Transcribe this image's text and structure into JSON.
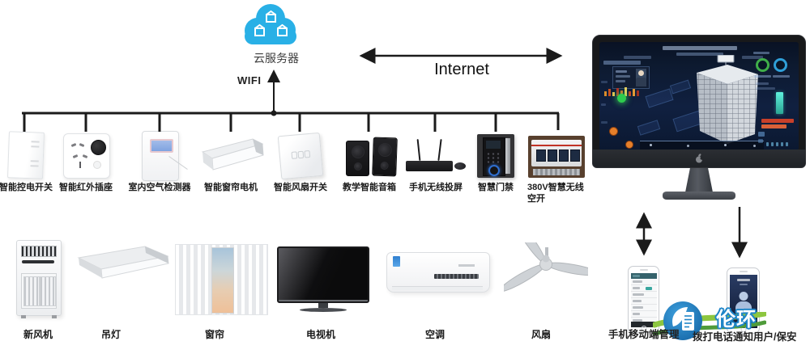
{
  "cloud": {
    "label": "云服务器",
    "wifi_label": "WIFI"
  },
  "internet_label": "Internet",
  "top_devices": [
    {
      "name": "智能控电开关"
    },
    {
      "name": "智能红外插座"
    },
    {
      "name": "室内空气检测器"
    },
    {
      "name": "智能窗帘电机"
    },
    {
      "name": "智能风扇开关"
    },
    {
      "name": "教学智能音箱"
    },
    {
      "name": "手机无线投屏"
    },
    {
      "name": "智慧门禁"
    },
    {
      "name": "380V智慧无线空开"
    }
  ],
  "bottom_devices": [
    {
      "name": "新风机"
    },
    {
      "name": "吊灯"
    },
    {
      "name": "窗帘"
    },
    {
      "name": "电视机"
    },
    {
      "name": "空调"
    },
    {
      "name": "风扇"
    }
  ],
  "footer": {
    "mobile_manage": "手机移动端管理",
    "call_notify": "拨打电话通知用户/保安"
  },
  "watermark": {
    "text": "伦环"
  },
  "colors": {
    "cloud_blue": "#29b0e6",
    "line_black": "#1b1b1b",
    "screen_navy": "#0d1a30",
    "gauge_green": "#3fae49",
    "gauge_blue": "#2f9fd8",
    "teal_bar": "#3ed4c2",
    "logo_blue": "#1f85c8",
    "logo_green": "#8dc63f"
  }
}
